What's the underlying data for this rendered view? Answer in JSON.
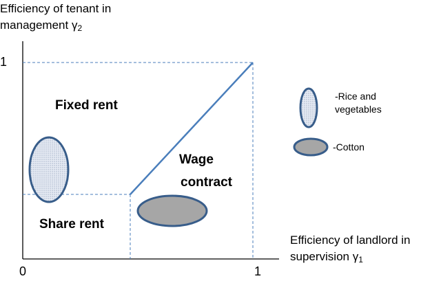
{
  "y_axis": {
    "title_line1": "Efficiency of tenant in",
    "title_line2": "management γ",
    "subscript": "2"
  },
  "x_axis": {
    "title_line1": "Efficiency of landlord in",
    "title_line2": "supervision γ",
    "subscript": "1"
  },
  "ticks": {
    "x_origin": "0",
    "x_one": "1",
    "y_one": "1"
  },
  "regions": {
    "fixed_rent": "Fixed rent",
    "wage_contract_line1": "Wage",
    "wage_contract_line2": "contract",
    "share_rent": "Share rent"
  },
  "legend": {
    "rice_line1": "-Rice and",
    "rice_line2": "vegetables",
    "cotton": "-Cotton"
  },
  "colors": {
    "axis": "#000000",
    "guide_line": "#4a7ebb",
    "boundary": "#4a7ebb",
    "ellipse_stroke": "#385d8a",
    "rice_fill": "#dbe3ef",
    "cotton_fill": "#a6a6a6"
  }
}
